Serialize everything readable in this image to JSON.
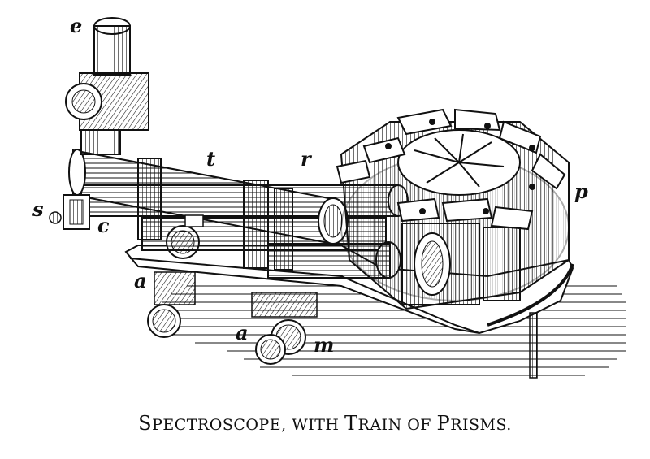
{
  "figure": {
    "labels": {
      "e": "e",
      "t": "t",
      "r": "r",
      "p": "p",
      "s": "s",
      "c": "c",
      "a1": "a",
      "a2": "a",
      "m": "m"
    },
    "caption": {
      "word1_initial": "S",
      "word1_rest": "PECTROSCOPE, WITH ",
      "word2_initial": "T",
      "word2_rest": "RAIN OF ",
      "word3_initial": "P",
      "word3_rest": "RISMS."
    }
  },
  "colors": {
    "ink": "#111111",
    "paper": "#ffffff"
  }
}
